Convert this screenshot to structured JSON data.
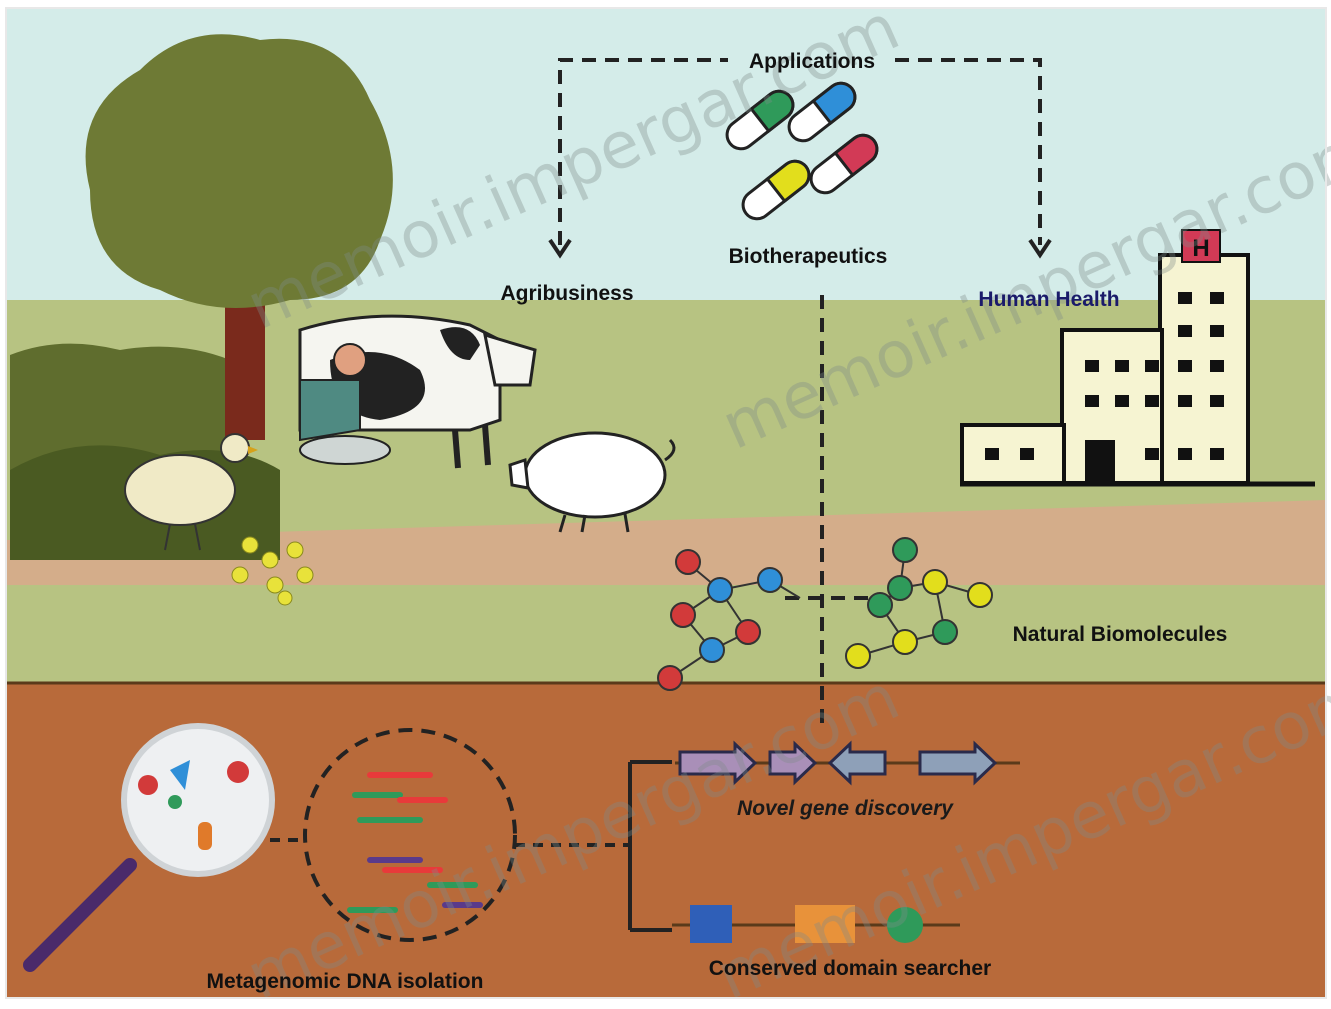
{
  "labels": {
    "applications": "Applications",
    "biotherapeutics": "Biotherapeutics",
    "agribusiness": "Agribusiness",
    "human_health": "Human Health",
    "natural_biomolecules": "Natural Biomolecules",
    "novel_gene_discovery": "Novel gene discovery",
    "conserved_domain_searcher": "Conserved domain searcher",
    "metagenomic_dna_isolation": "Metagenomic DNA isolation"
  },
  "hospital_sign": "H",
  "watermark": "memoir.impergar.com",
  "colors": {
    "sky": "#d4ece9",
    "field": "#b7c382",
    "soil": "#b86a3a",
    "path": "#d9a98c",
    "tree_crown": "#6e7a35",
    "capsule_green": "#2f9a5a",
    "capsule_blue": "#2f8fd8",
    "capsule_yellow": "#e2de1c",
    "capsule_red": "#d23a56",
    "gene_arrow": "#8ea0b8"
  }
}
